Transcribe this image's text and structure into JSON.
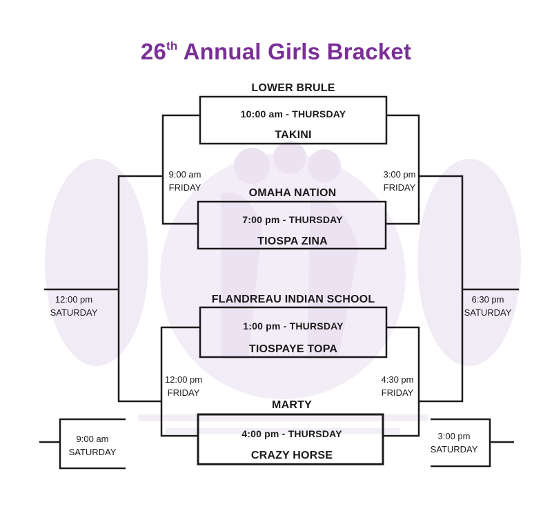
{
  "title": {
    "number": "26",
    "suffix": "th",
    "text": "Annual Girls Bracket"
  },
  "colors": {
    "title": "#7a2f96",
    "watermark": "#e9dff0",
    "lines": "#1a1a1a"
  },
  "games": [
    {
      "team_top": "LOWER BRULE",
      "time": "10:00 am - THURSDAY",
      "team_bottom": "TAKINI"
    },
    {
      "team_top": "OMAHA NATION",
      "time": "7:00 pm - THURSDAY",
      "team_bottom": "TIOSPA ZINA"
    },
    {
      "team_top": "FLANDREAU INDIAN SCHOOL",
      "time": "1:00 pm - THURSDAY",
      "team_bottom": "TIOSPAYE TOPA"
    },
    {
      "team_top": "MARTY",
      "time": "4:00 pm - THURSDAY",
      "team_bottom": "CRAZY HORSE"
    }
  ],
  "friday": {
    "left_top": {
      "time": "9:00 am",
      "day": "FRIDAY"
    },
    "right_top": {
      "time": "3:00 pm",
      "day": "FRIDAY"
    },
    "left_bottom": {
      "time": "12:00 pm",
      "day": "FRIDAY"
    },
    "right_bottom": {
      "time": "4:30 pm",
      "day": "FRIDAY"
    }
  },
  "saturday": {
    "left_semi": {
      "time": "12:00 pm",
      "day": "SATURDAY"
    },
    "right_semi": {
      "time": "6:30 pm",
      "day": "SATURDAY"
    },
    "left_low": {
      "time": "9:00 am",
      "day": "SATURDAY"
    },
    "right_low": {
      "time": "3:00 pm",
      "day": "SATURDAY"
    }
  }
}
